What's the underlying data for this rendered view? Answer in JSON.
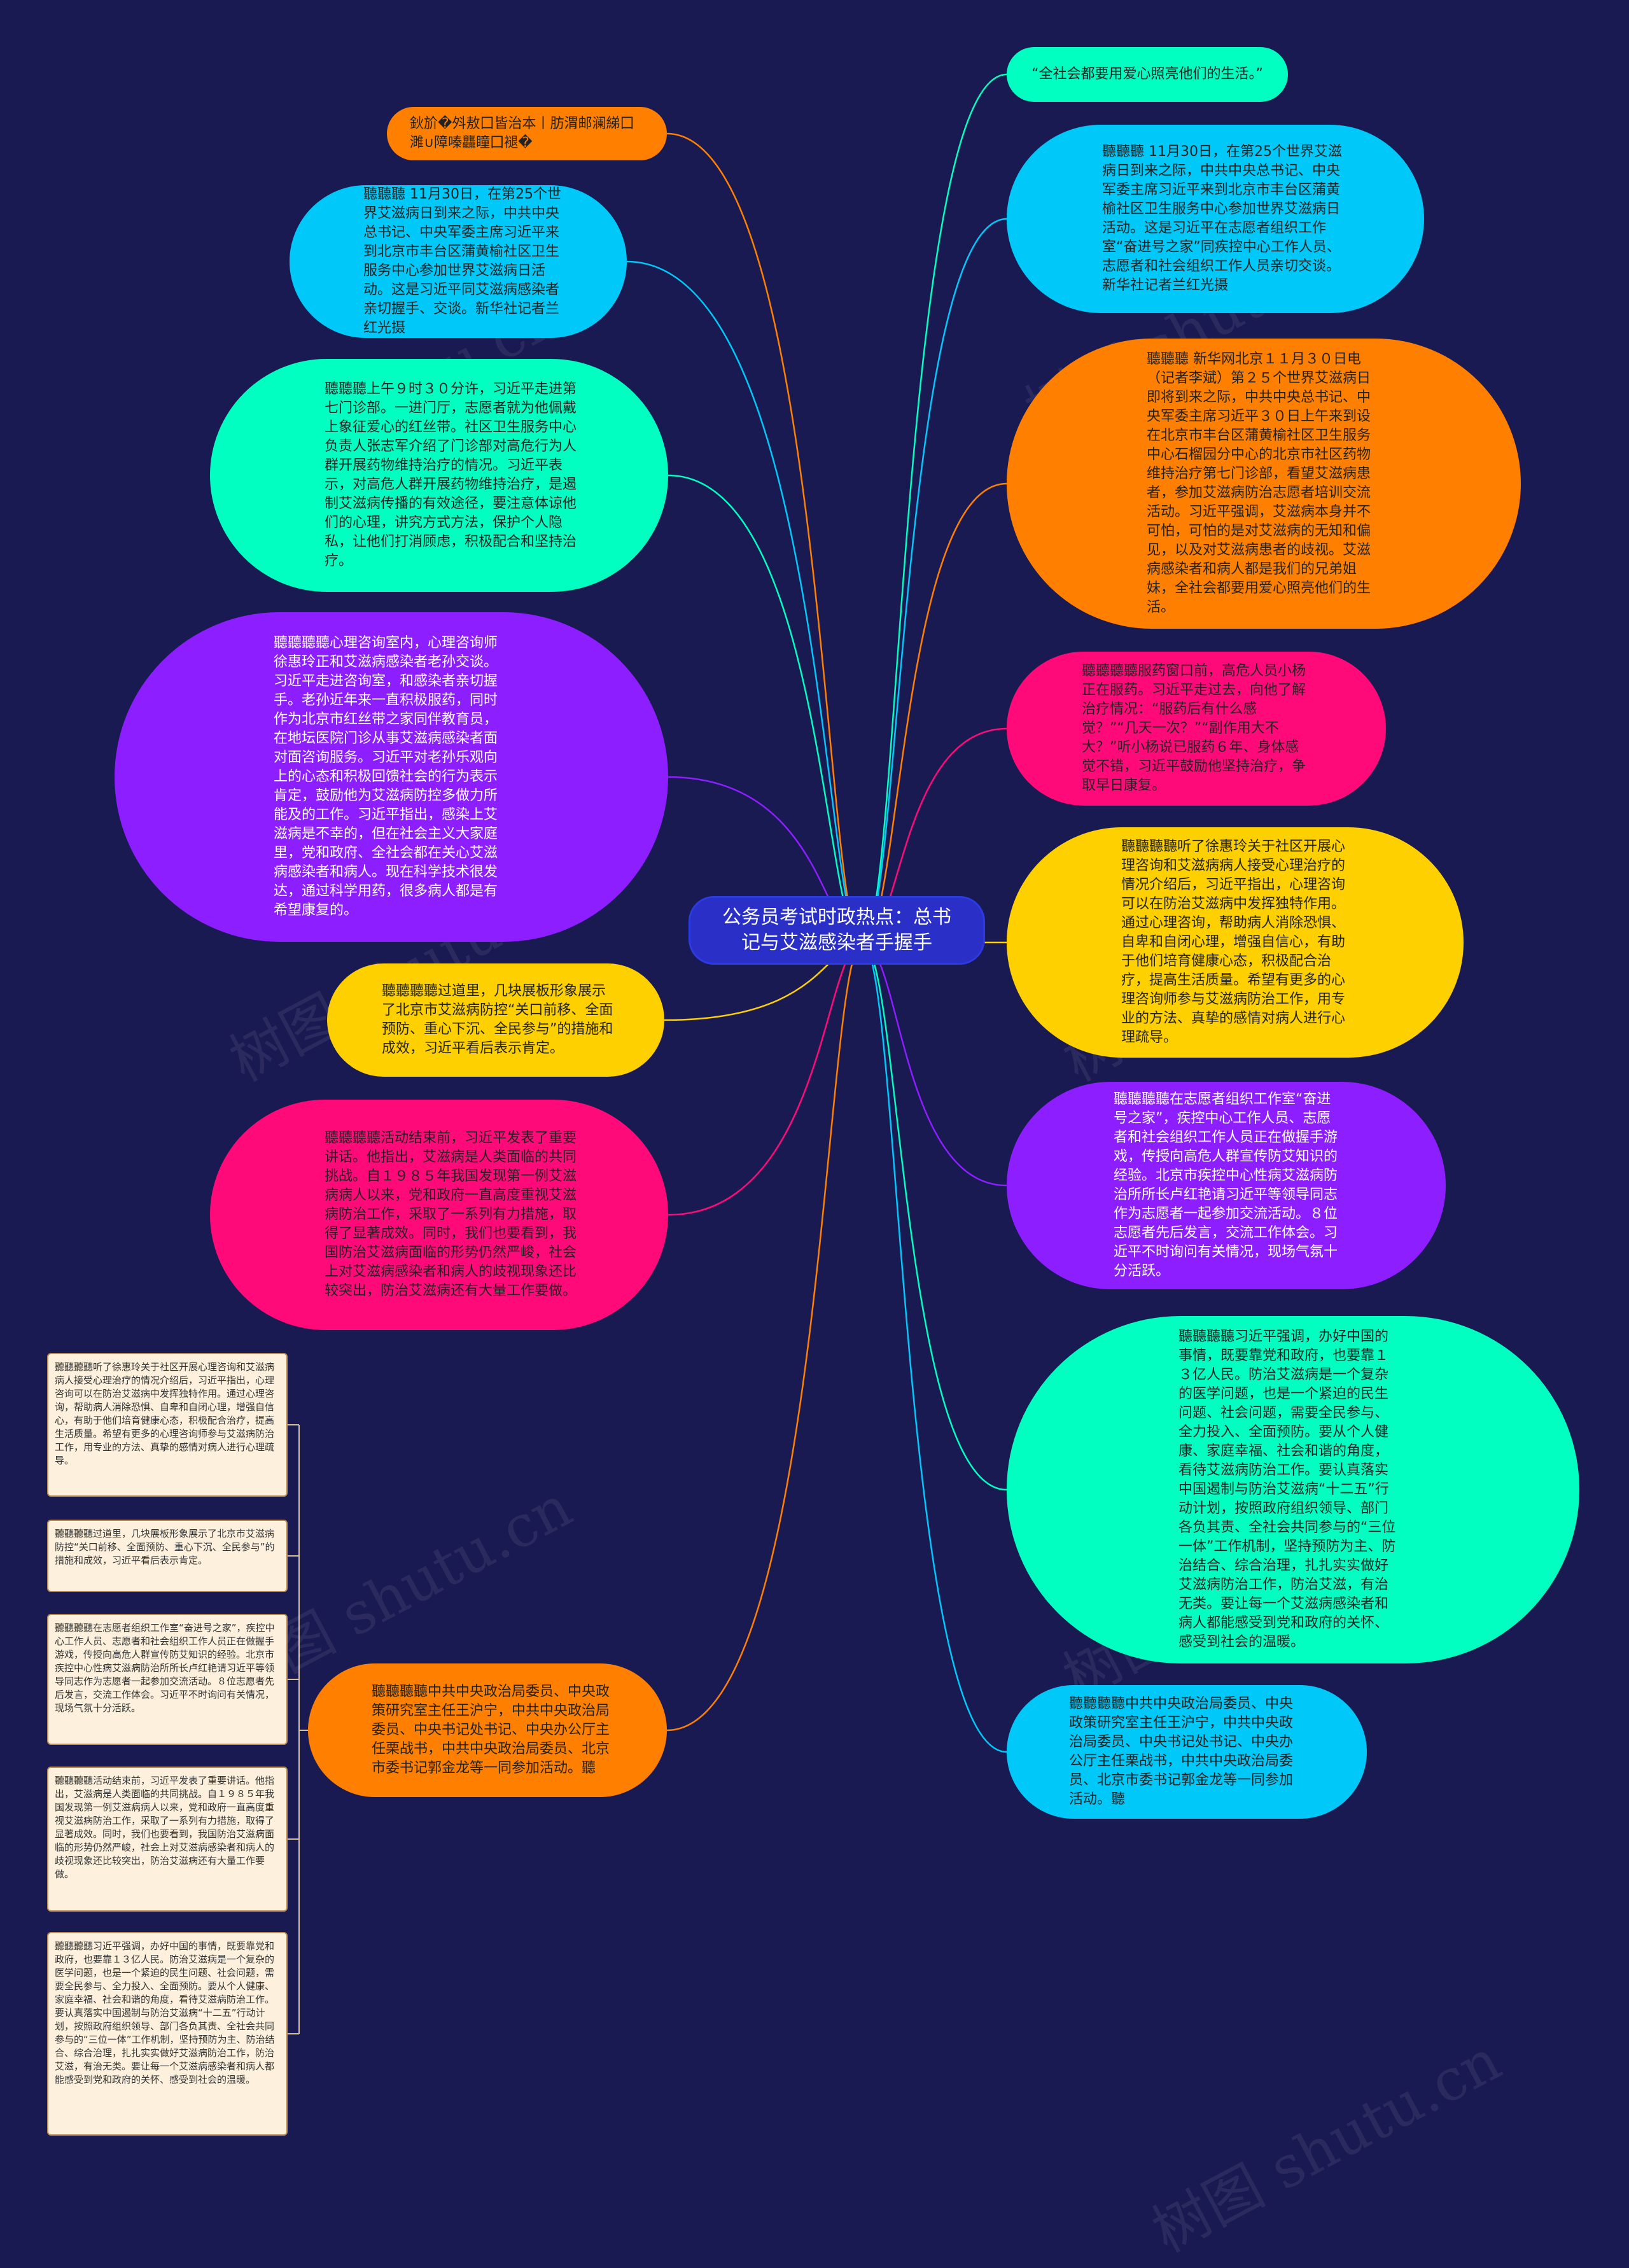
{
  "root": {
    "text": "公务员考试时政热点：总书记与艾滋感染者手握手",
    "color": "#2a2fc7"
  },
  "watermark": "树图 shutu.cn",
  "nodes": [
    {
      "id": "L0",
      "color": "#ff8000",
      "text": "鈥斺�斘敖囗皆治本丨肪渭邮澜綈囗濉∪障嗪龘瞳囗褪�"
    },
    {
      "id": "L1",
      "color": "#00c8f8",
      "text": "聽聽聽 11月30日，在第25个世界艾滋病日到来之际，中共中央总书记、中央军委主席习近平来到北京市丰台区蒲黄榆社区卫生服务中心参加世界艾滋病日活动。这是习近平同艾滋病感染者亲切握手、交谈。新华社记者兰红光摄"
    },
    {
      "id": "L2",
      "color": "#00ffc0",
      "text": "聽聽聽上午９时３０分许，习近平走进第七门诊部。一进门厅，志愿者就为他佩戴上象征爱心的红丝带。社区卫生服务中心负责人张志军介绍了门诊部对高危行为人群开展药物维持治疗的情况。习近平表示，对高危人群开展药物维持治疗，是遏制艾滋病传播的有效途径，要注意体谅他们的心理，讲究方式方法，保护个人隐私，让他们打消顾虑，积极配合和坚持治疗。"
    },
    {
      "id": "L3",
      "color": "#8c1eff",
      "text": "聽聽聽聽心理咨询室内，心理咨询师徐惠玲正和艾滋病感染者老孙交谈。习近平走进咨询室，和感染者亲切握手。老孙近年来一直积极服药，同时作为北京市红丝带之家同伴教育员，在地坛医院门诊从事艾滋病感染者面对面咨询服务。习近平对老孙乐观向上的心态和积极回馈社会的行为表示肯定，鼓励他为艾滋病防控多做力所能及的工作。习近平指出，感染上艾滋病是不幸的，但在社会主义大家庭里，党和政府、全社会都在关心艾滋病感染者和病人。现在科学技术很发达，通过科学用药，很多病人都是有希望康复的。"
    },
    {
      "id": "L4",
      "color": "#ffd000",
      "text": "聽聽聽聽过道里，几块展板形象展示了北京市艾滋病防控“关口前移、全面预防、重心下沉、全民参与”的措施和成效，习近平看后表示肯定。"
    },
    {
      "id": "L5",
      "color": "#ff0a78",
      "text": "聽聽聽聽活动结束前，习近平发表了重要讲话。他指出，艾滋病是人类面临的共同挑战。自１９８５年我国发现第一例艾滋病病人以来，党和政府一直高度重视艾滋病防治工作，采取了一系列有力措施，取得了显著成效。同时，我们也要看到，我国防治艾滋病面临的形势仍然严峻，社会上对艾滋病感染者和病人的歧视现象还比较突出，防治艾滋病还有大量工作要做。"
    },
    {
      "id": "L6",
      "color": "#ff8000",
      "text": "聽聽聽聽中共中央政治局委员、中央政策研究室主任王沪宁，中共中央政治局委员、中央书记处书记、中央办公厅主任栗战书，中共中央政治局委员、北京市委书记郭金龙等一同参加活动。聽"
    },
    {
      "id": "R0",
      "color": "#00ffc0",
      "text": "“全社会都要用爱心照亮他们的生活。”"
    },
    {
      "id": "R1",
      "color": "#00c8f8",
      "text": "聽聽聽 11月30日，在第25个世界艾滋病日到来之际，中共中央总书记、中央军委主席习近平来到北京市丰台区蒲黄榆社区卫生服务中心参加世界艾滋病日活动。这是习近平在志愿者组织工作室“奋进号之家”同疾控中心工作人员、志愿者和社会组织工作人员亲切交谈。新华社记者兰红光摄"
    },
    {
      "id": "R2",
      "color": "#ff8000",
      "text": "聽聽聽 新华网北京１１月３０日电（记者李斌）第２５个世界艾滋病日即将到来之际，中共中央总书记、中央军委主席习近平３０日上午来到设在北京市丰台区蒲黄榆社区卫生服务中心石榴园分中心的北京市社区药物维持治疗第七门诊部，看望艾滋病患者，参加艾滋病防治志愿者培训交流活动。习近平强调，艾滋病本身并不可怕，可怕的是对艾滋病的无知和偏见，以及对艾滋病患者的歧视。艾滋病感染者和病人都是我们的兄弟姐妹，全社会都要用爱心照亮他们的生活。"
    },
    {
      "id": "R3",
      "color": "#ff0a78",
      "text": "聽聽聽聽服药窗口前，高危人员小杨正在服药。习近平走过去，向他了解治疗情况：“服药后有什么感觉？”“几天一次？”“副作用大不大？”听小杨说已服药６年、身体感觉不错，习近平鼓励他坚持治疗，争取早日康复。"
    },
    {
      "id": "R4",
      "color": "#ffd000",
      "text": "聽聽聽聽听了徐惠玲关于社区开展心理咨询和艾滋病病人接受心理治疗的情况介绍后，习近平指出，心理咨询可以在防治艾滋病中发挥独特作用。通过心理咨询，帮助病人消除恐惧、自卑和自闭心理，增强自信心，有助于他们培育健康心态，积极配合治疗，提高生活质量。希望有更多的心理咨询师参与艾滋病防治工作，用专业的方法、真挚的感情对病人进行心理疏导。"
    },
    {
      "id": "R5",
      "color": "#8c1eff",
      "text": "聽聽聽聽在志愿者组织工作室“奋进号之家”，疾控中心工作人员、志愿者和社会组织工作人员正在做握手游戏，传授向高危人群宣传防艾知识的经验。北京市疾控中心性病艾滋病防治所所长卢红艳请习近平等领导同志作为志愿者一起参加交流活动。８位志愿者先后发言，交流工作体会。习近平不时询问有关情况，现场气氛十分活跃。"
    },
    {
      "id": "R6",
      "color": "#00ffc0",
      "text": "聽聽聽聽习近平强调，办好中国的事情，既要靠党和政府，也要靠１３亿人民。防治艾滋病是一个复杂的医学问题，也是一个紧迫的民生问题、社会问题，需要全民参与、全力投入、全面预防。要从个人健康、家庭幸福、社会和谐的角度，看待艾滋病防治工作。要认真落实中国遏制与防治艾滋病“十二五”行动计划，按照政府组织领导、部门各负其责、全社会共同参与的“三位一体”工作机制，坚持预防为主、防治结合、综合治理，扎扎实实做好艾滋病防治工作，防治艾滋，有治无类。要让每一个艾滋病感染者和病人都能感受到党和政府的关怀、感受到社会的温暖。"
    },
    {
      "id": "R7",
      "color": "#00c8f8",
      "text": "聽聽聽聽中共中央政治局委员、中央政策研究室主任王沪宁，中共中央政治局委员、中央书记处书记、中央办公厅主任栗战书，中共中央政治局委员、北京市委书记郭金龙等一同参加活动。聽"
    }
  ],
  "notes": [
    {
      "text": "聽聽聽聽听了徐惠玲关于社区开展心理咨询和艾滋病病人接受心理治疗的情况介绍后，习近平指出，心理咨询可以在防治艾滋病中发挥独特作用。通过心理咨询，帮助病人消除恐惧、自卑和自闭心理，增强自信心，有助于他们培育健康心态，积极配合治疗，提高生活质量。希望有更多的心理咨询师参与艾滋病防治工作，用专业的方法、真挚的感情对病人进行心理疏导。"
    },
    {
      "text": "聽聽聽聽过道里，几块展板形象展示了北京市艾滋病防控“关口前移、全面预防、重心下沉、全民参与”的措施和成效，习近平看后表示肯定。"
    },
    {
      "text": "聽聽聽聽在志愿者组织工作室“奋进号之家”，疾控中心工作人员、志愿者和社会组织工作人员正在做握手游戏，传授向高危人群宣传防艾知识的经验。北京市疾控中心性病艾滋病防治所所长卢红艳请习近平等领导同志作为志愿者一起参加交流活动。８位志愿者先后发言，交流工作体会。习近平不时询问有关情况，现场气氛十分活跃。"
    },
    {
      "text": "聽聽聽聽活动结束前，习近平发表了重要讲话。他指出，艾滋病是人类面临的共同挑战。自１９８５年我国发现第一例艾滋病病人以来，党和政府一直高度重视艾滋病防治工作，采取了一系列有力措施，取得了显著成效。同时，我们也要看到，我国防治艾滋病面临的形势仍然严峻，社会上对艾滋病感染者和病人的歧视现象还比较突出，防治艾滋病还有大量工作要做。"
    },
    {
      "text": "聽聽聽聽习近平强调，办好中国的事情，既要靠党和政府，也要靠１３亿人民。防治艾滋病是一个复杂的医学问题，也是一个紧迫的民生问题、社会问题，需要全民参与、全力投入、全面预防。要从个人健康、家庭幸福、社会和谐的角度，看待艾滋病防治工作。要认真落实中国遏制与防治艾滋病“十二五”行动计划，按照政府组织领导、部门各负其责、全社会共同参与的“三位一体”工作机制，坚持预防为主、防治结合、综合治理，扎扎实实做好艾滋病防治工作，防治艾滋，有治无类。要让每一个艾滋病感染者和病人都能感受到党和政府的关怀、感受到社会的温暖。"
    }
  ]
}
